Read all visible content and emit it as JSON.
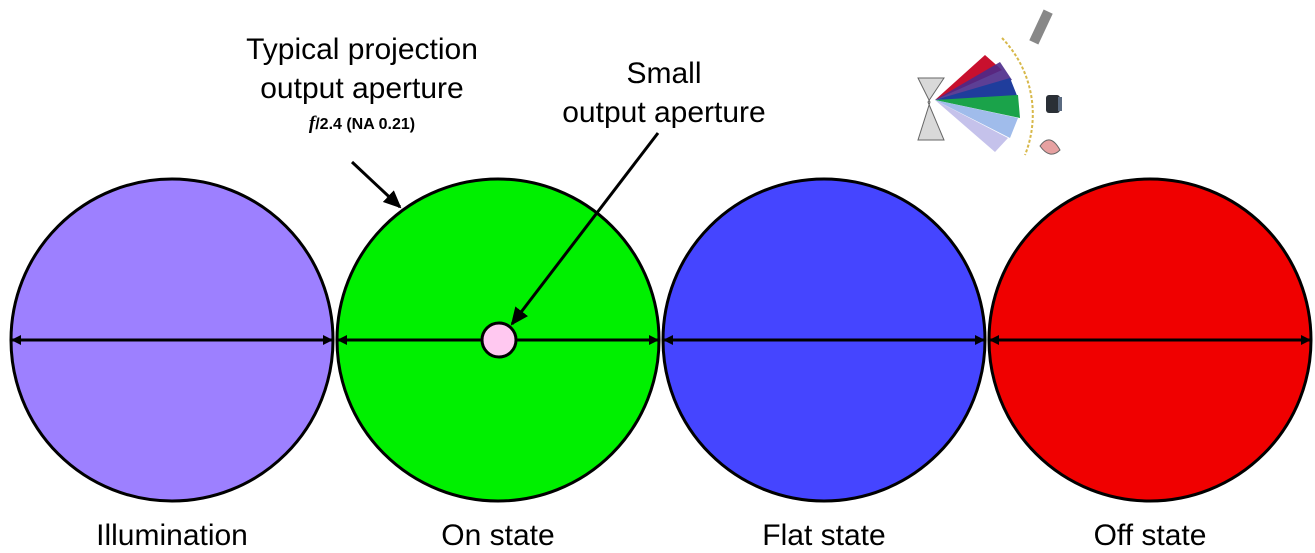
{
  "annotations": {
    "typical_line1": "Typical projection",
    "typical_line2": "output aperture",
    "typical_fnum_prefix": "f",
    "typical_fnum_rest": "/2.4 (NA 0.21)",
    "small_line1": "Small",
    "small_line2": "output aperture"
  },
  "circles": [
    {
      "label": "Illumination",
      "color": "#9d80ff"
    },
    {
      "label": "On state",
      "color": "#00f000"
    },
    {
      "label": "Flat state",
      "color": "#4545ff"
    },
    {
      "label": "Off state",
      "color": "#f00000"
    }
  ],
  "small_aperture_color": "#ffc8f0",
  "outline_color": "#000000"
}
